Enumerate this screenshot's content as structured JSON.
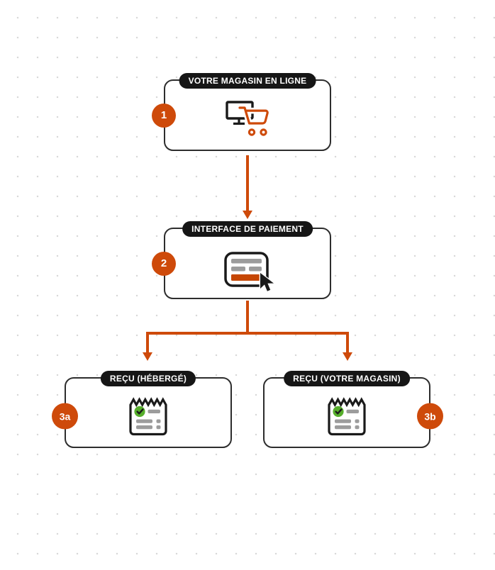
{
  "palette": {
    "orange": "#ce4a0a",
    "pill_black": "#161616",
    "box_border": "#2d2d2d",
    "icon_black": "#1a1a1a",
    "bar_gray": "#9c9c9c",
    "check_green": "#56ae2b",
    "background_dot_gray": "#d8d8d8",
    "background": "#ffffff"
  },
  "flow": {
    "nodes": [
      {
        "id": "online-store",
        "step": "1",
        "label": "VOTRE MAGASIN EN LIGNE",
        "icon": "monitor-cart-icon"
      },
      {
        "id": "payment-interface",
        "step": "2",
        "label": "INTERFACE DE PAIEMENT",
        "icon": "payment-form-cursor-icon"
      },
      {
        "id": "receipt-hosted",
        "step": "3a",
        "label": "REÇU (HÉBERGÉ)",
        "icon": "receipt-check-icon"
      },
      {
        "id": "receipt-merchant",
        "step": "3b",
        "label": "REÇU (VOTRE MAGASIN)",
        "icon": "receipt-check-icon"
      }
    ],
    "edges": [
      {
        "from": "1",
        "to": "2"
      },
      {
        "from": "2",
        "to": "3a"
      },
      {
        "from": "2",
        "to": "3b"
      }
    ]
  }
}
